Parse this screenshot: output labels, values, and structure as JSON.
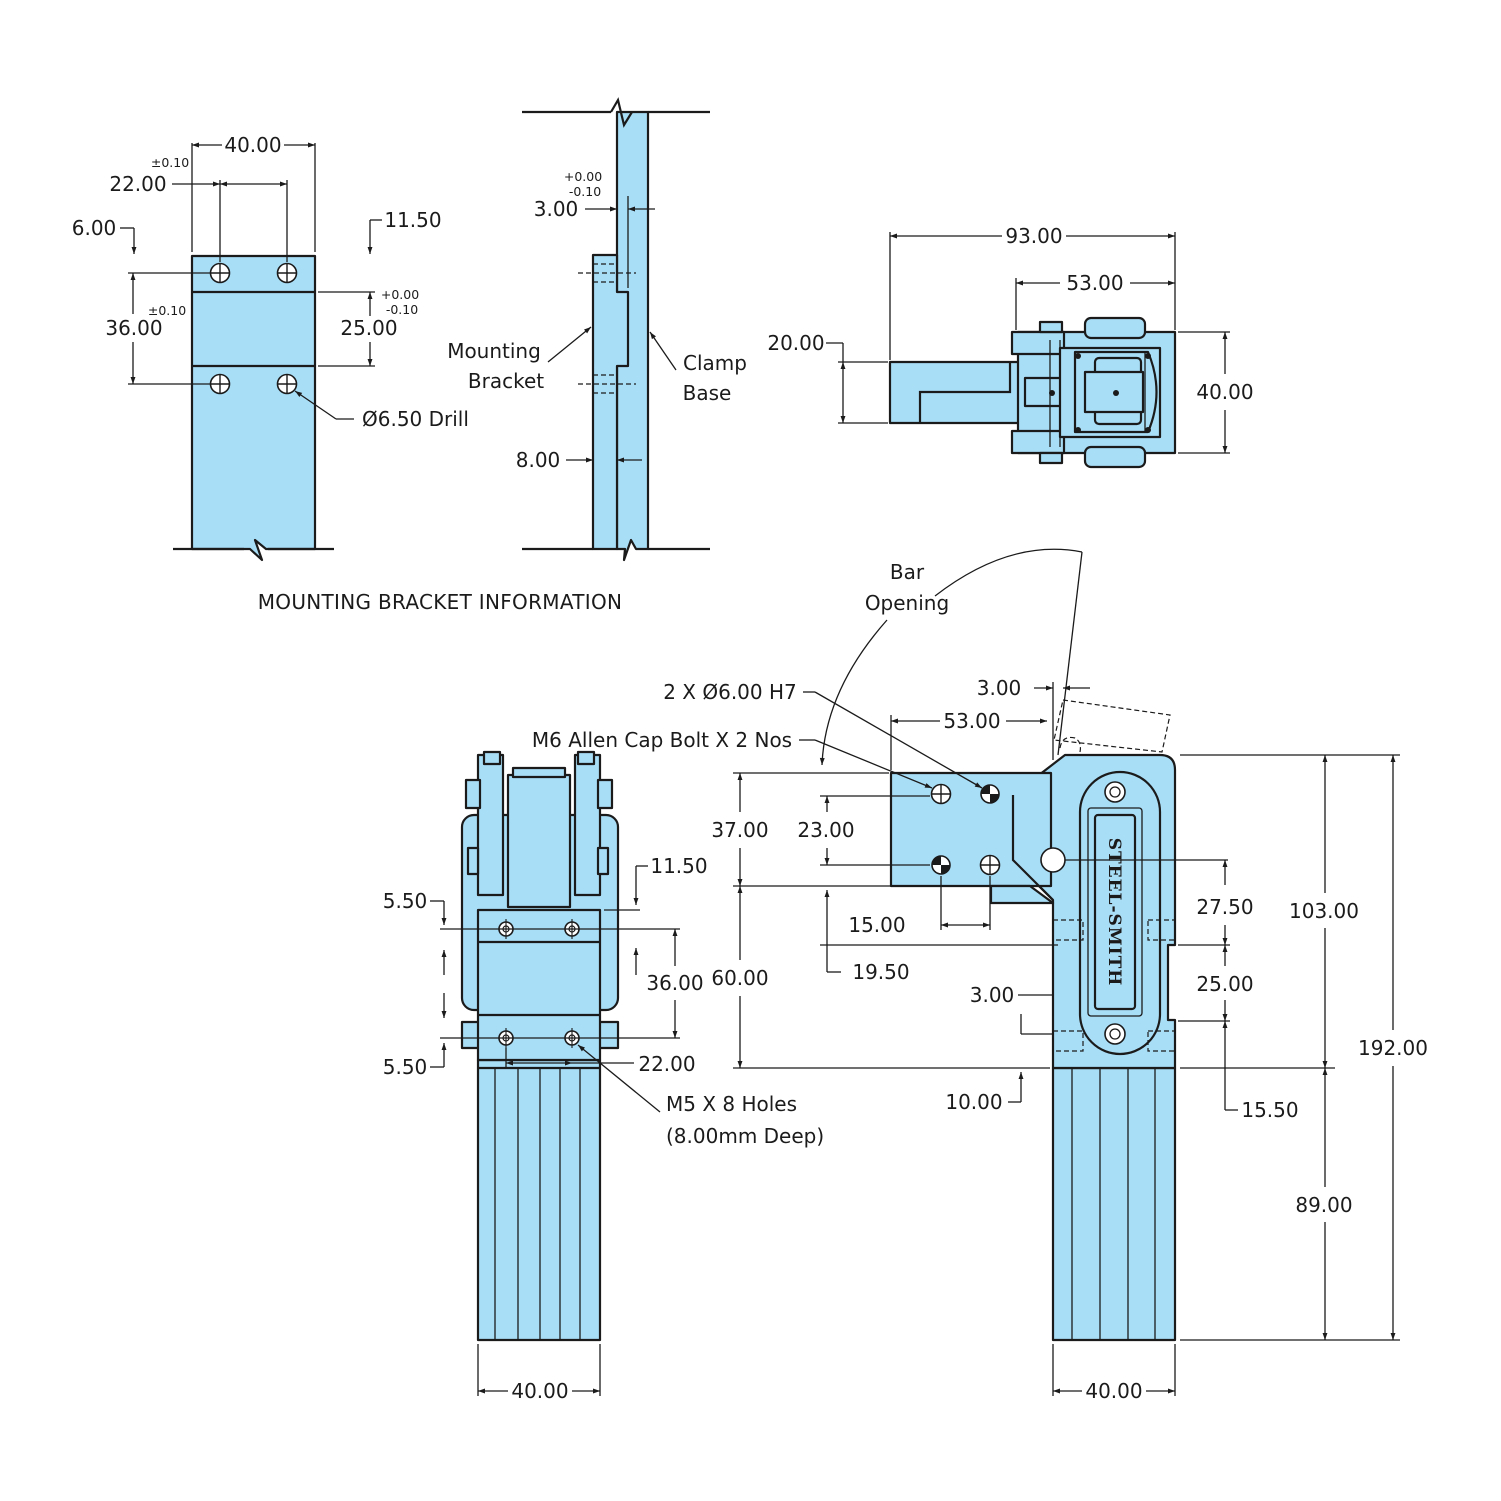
{
  "section_title": "MOUNTING BRACKET INFORMATION",
  "brand": "STEEL-SMITH",
  "bracket_front": {
    "width": "40.00",
    "hole_pitch": "22.00",
    "hole_pitch_tol": "±0.10",
    "left_edge": "6.00",
    "right_edge": "11.50",
    "hole_spacing": "36.00",
    "hole_spacing_tol": "±0.10",
    "slot_height": "25.00",
    "slot_tol_plus": "+0.00",
    "slot_tol_minus": "-0.10",
    "drill": "Ø6.50 Drill"
  },
  "bracket_side": {
    "step": "3.00",
    "step_tol_plus": "+0.00",
    "step_tol_minus": "-0.10",
    "thickness": "8.00",
    "label_bracket_1": "Mounting",
    "label_bracket_2": "Bracket",
    "label_base_1": "Clamp",
    "label_base_2": "Base"
  },
  "top_view": {
    "overall": "93.00",
    "body": "53.00",
    "arm": "20.00",
    "height": "40.00"
  },
  "end_view": {
    "top_offset": "11.50",
    "top_margin": "5.50",
    "hole_spacing": "36.00",
    "bottom_margin": "5.50",
    "hole_pitch": "22.00",
    "holes_1": "M5 X 8 Holes",
    "holes_2": "(8.00mm Deep)",
    "width": "40.00"
  },
  "side_view": {
    "bar_opening_1": "Bar",
    "bar_opening_2": "Opening",
    "dowel": "2 X Ø6.00 H7",
    "bolt": "M6 Allen Cap Bolt X 2 Nos",
    "gap": "3.00",
    "arm_length": "53.00",
    "arm_height": "37.00",
    "hole_vertical": "23.00",
    "hole_horizontal": "15.00",
    "offset": "19.50",
    "pivot_to_bottom": "60.00",
    "step": "3.00",
    "bottom_gap": "10.00",
    "slot_top": "27.50",
    "slot": "25.00",
    "slot_bottom": "15.50",
    "upper_height": "103.00",
    "total_height": "192.00",
    "base_height": "89.00",
    "width": "40.00"
  }
}
